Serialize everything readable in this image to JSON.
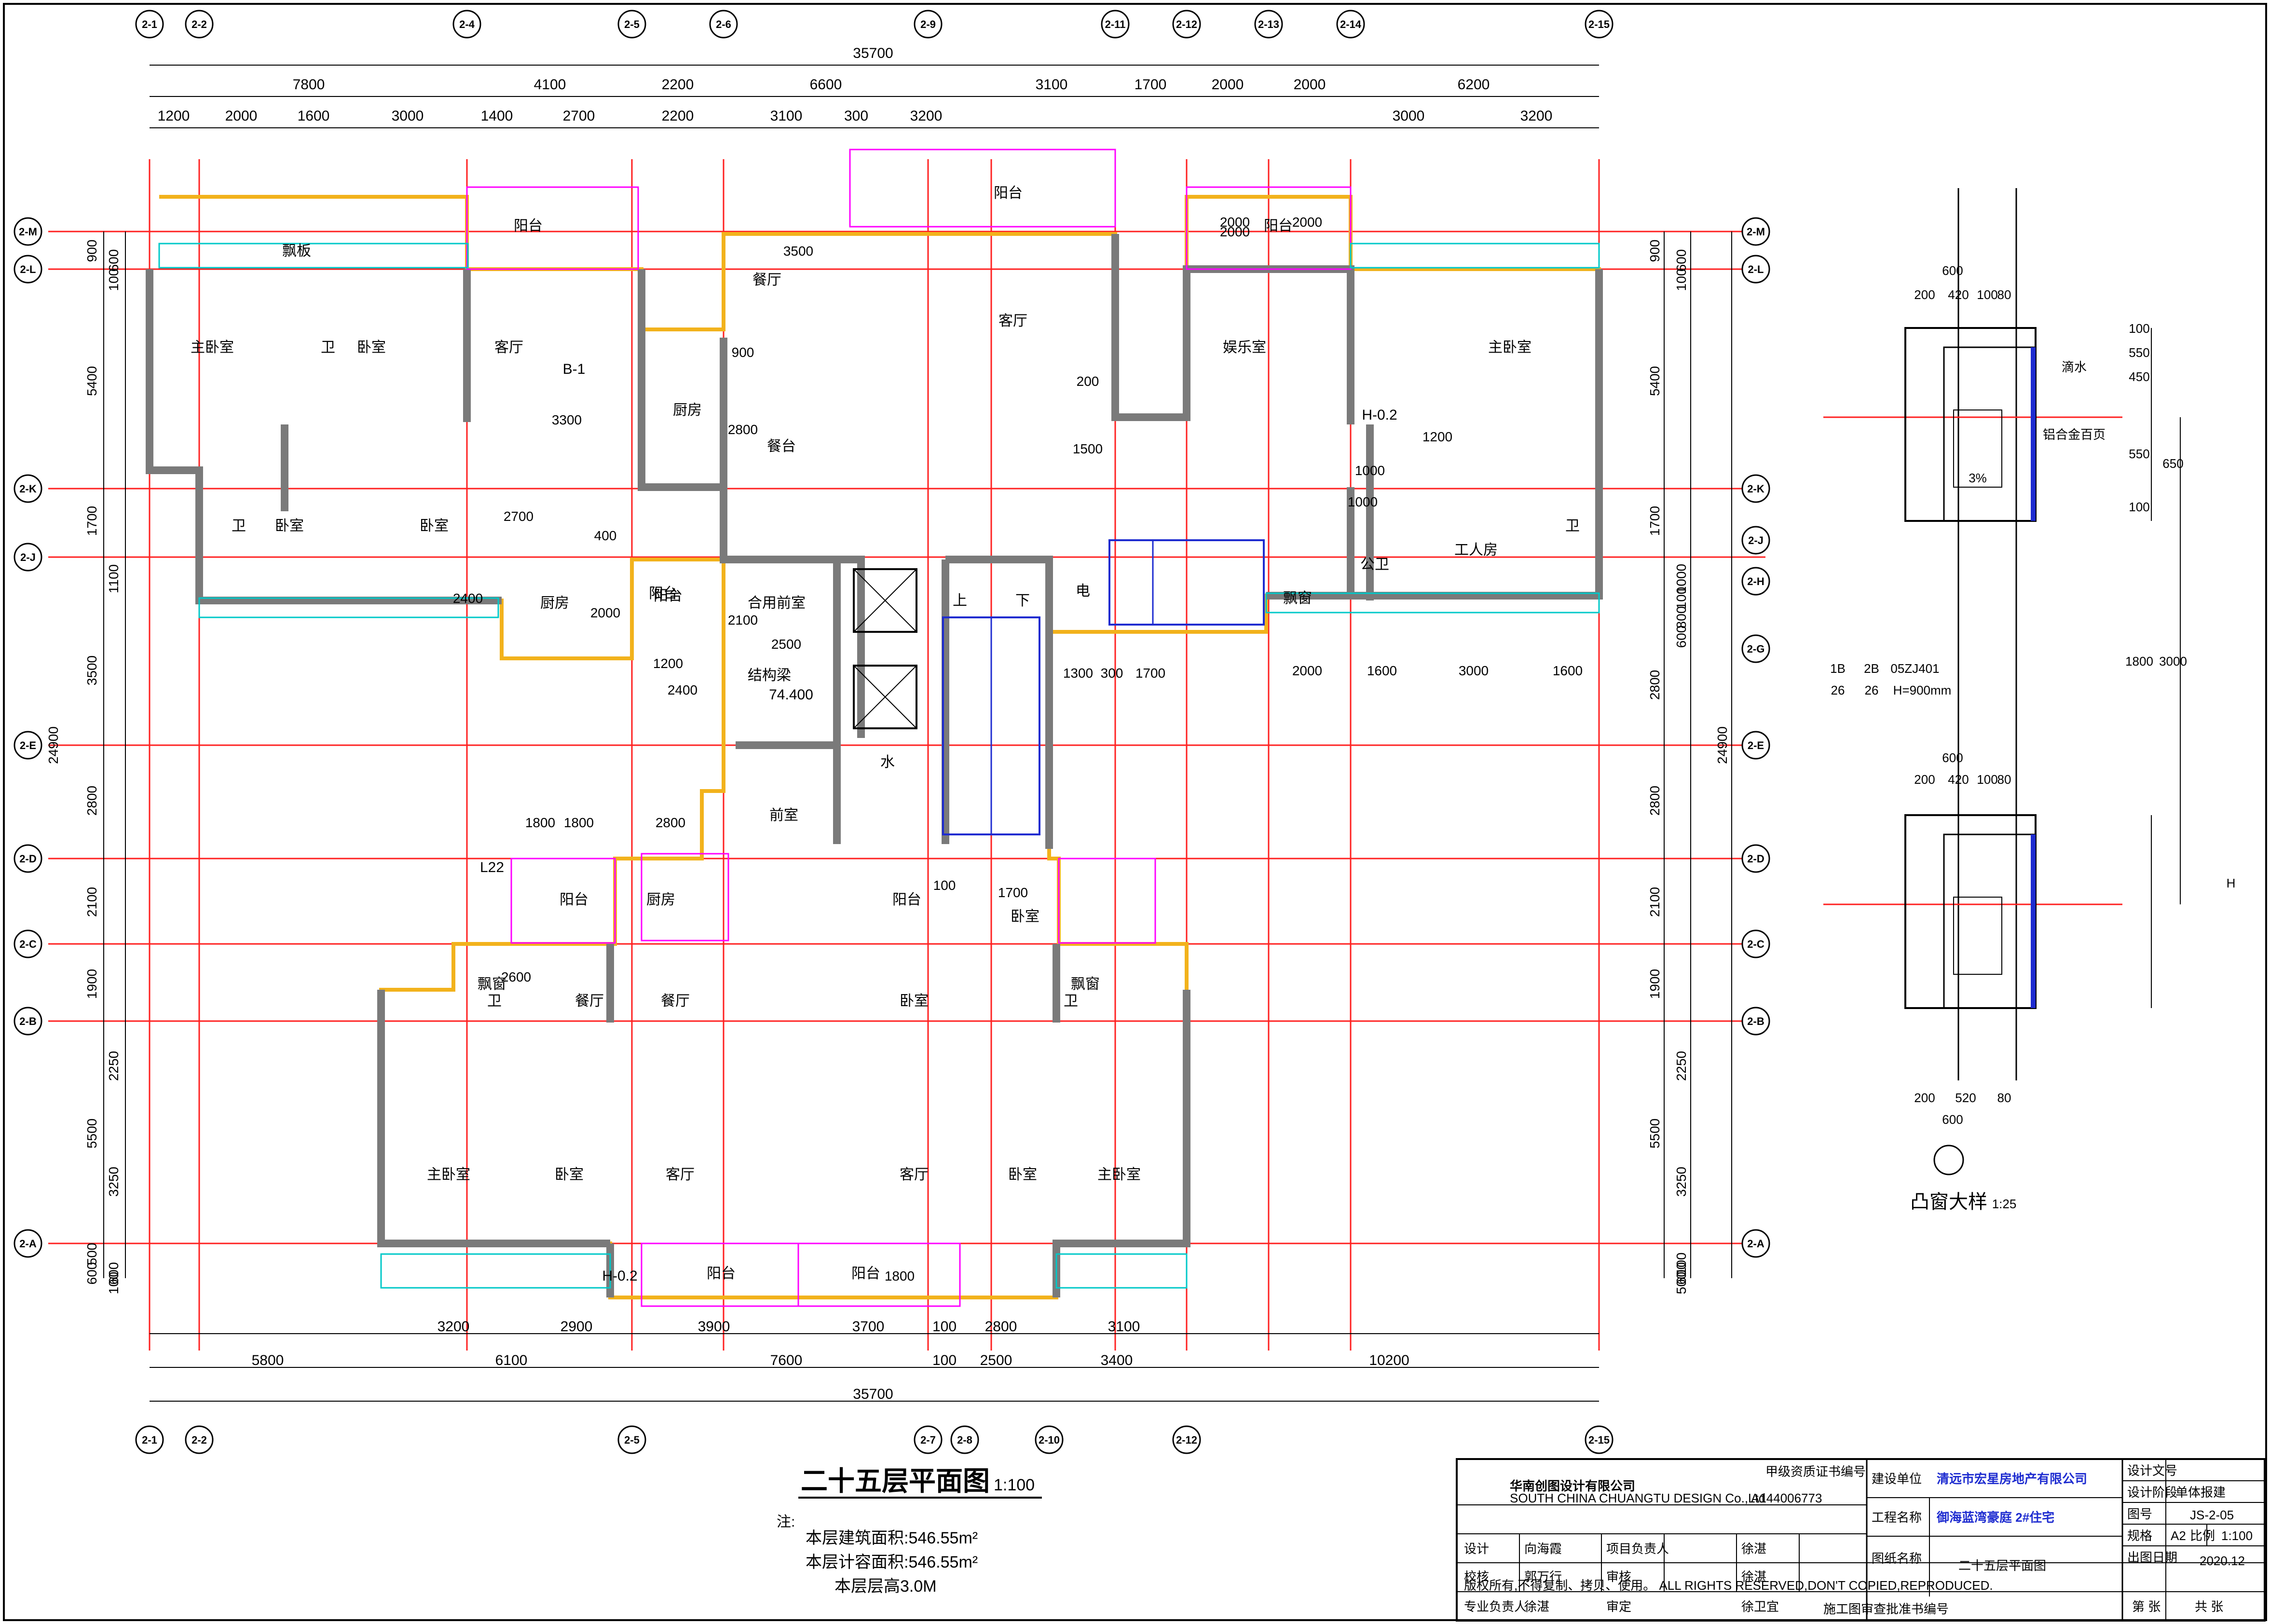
{
  "plan_title": "二十五层平面图",
  "plan_scale": "1:100",
  "notes_label": "注:",
  "area_notes": [
    "本层建筑面积:546.55m²",
    "本层计容面积:546.55m²",
    "本层层高3.0M"
  ],
  "axes": {
    "top": [
      "2-1",
      "2-2",
      "2-4",
      "2-5",
      "2-6",
      "2-9",
      "2-11",
      "2-12",
      "2-13",
      "2-14",
      "2-15"
    ],
    "bottom": [
      "2-1",
      "2-2",
      "2-5",
      "2-7",
      "2-8",
      "2-10",
      "2-12",
      "2-15"
    ],
    "left": [
      "2-M",
      "2-L",
      "2-K",
      "2-J",
      "2-E",
      "2-D",
      "2-C",
      "2-B",
      "2-A"
    ],
    "right": [
      "2-M",
      "2-L",
      "2-K",
      "2-J",
      "2-H",
      "2-G",
      "2-E",
      "2-D",
      "2-C",
      "2-B",
      "2-A"
    ]
  },
  "dimensions": {
    "top_total": "35700",
    "top_row1": [
      "7800",
      "4100",
      "2200",
      "6600",
      "3100",
      "1700",
      "2000",
      "2000",
      "6200"
    ],
    "top_row2": [
      "1200",
      "2000",
      "1600",
      "3000",
      "1400",
      "2700",
      "2200",
      "3100",
      "300",
      "3200",
      "3000",
      "3200"
    ],
    "bottom_row1": [
      "3200",
      "2900",
      "3900",
      "3700",
      "100",
      "2800",
      "3100"
    ],
    "bottom_row2": [
      "5800",
      "6100",
      "7600",
      "100",
      "2500",
      "3400",
      "10200"
    ],
    "bottom_total": "35700",
    "left": [
      "900",
      "600",
      "100",
      "5400",
      "1700",
      "1100",
      "3500",
      "2800",
      "2100",
      "1900",
      "2250",
      "3250",
      "5500",
      "500",
      "600",
      "100",
      "600",
      "24900"
    ],
    "right": [
      "900",
      "600",
      "100",
      "5400",
      "1700",
      "1000",
      "100",
      "800",
      "600",
      "2800",
      "2800",
      "2100",
      "1900",
      "2250",
      "3250",
      "5500",
      "100",
      "600",
      "500",
      "24900"
    ],
    "inner": [
      "3500",
      "900",
      "2800",
      "200",
      "1500",
      "3300",
      "2700",
      "400",
      "2400",
      "2000",
      "1200",
      "2400",
      "2500",
      "2100",
      "1800",
      "2800",
      "1800",
      "2600",
      "1300",
      "300",
      "1700",
      "2000",
      "1600",
      "3000",
      "1600",
      "1200",
      "1000",
      "1000",
      "100",
      "1700",
      "2000",
      "2000",
      "2000",
      "1800"
    ]
  },
  "rooms": [
    "主卧室",
    "卫",
    "卧室",
    "客厅",
    "B-1",
    "厨房",
    "餐厅",
    "餐台",
    "客厅",
    "娱乐室",
    "主卧室",
    "卫",
    "卧室",
    "卧室",
    "厨房",
    "阳台",
    "合用前室",
    "结构梁",
    "74.400",
    "水",
    "前室",
    "电",
    "上",
    "下",
    "工人房",
    "公卫",
    "卫",
    "阳台",
    "厨房",
    "阳台",
    "卧室",
    "卫",
    "餐厅",
    "餐厅",
    "卧室",
    "卫",
    "主卧室",
    "卧室",
    "客厅",
    "客厅",
    "卧室",
    "主卧室",
    "阳台",
    "阳台",
    "阳台",
    "阳台",
    "阳台",
    "阳台",
    "飘窗",
    "飘窗",
    "飘窗",
    "飘板",
    "H-0.2",
    "H-0.2",
    "L22"
  ],
  "bay_detail": {
    "title": "凸窗大样",
    "scale": "1:25",
    "labels": [
      "600",
      "200",
      "420",
      "100",
      "80",
      "滴水",
      "铝合金百页",
      "3%",
      "450",
      "550",
      "650",
      "550",
      "100",
      "100",
      "1800",
      "3000",
      "600",
      "200",
      "420",
      "100",
      "80",
      "200",
      "520",
      "80",
      "600",
      "1B",
      "26",
      "2B",
      "26",
      "05ZJ401",
      "H=900mm",
      "H"
    ]
  },
  "title_block": {
    "company_cn": "华南创图设计有限公司",
    "company_en": "SOUTH CHINA CHUANGTU DESIGN Co.,Ltd",
    "cert_label": "甲级资质证书编号",
    "cert_no": "A144006773",
    "client_label": "建设单位",
    "client": "清远市宏星房地产有限公司",
    "project_label": "工程名称",
    "project": "御海蓝湾豪庭 2#住宅",
    "drawing_label": "图纸名称",
    "drawing_name": "二十五层平面图",
    "roles": [
      "设计",
      "校核",
      "专业负责人",
      "项目负责人",
      "审核",
      "审定"
    ],
    "names": [
      "向海霞",
      "郭万行",
      "徐湛",
      "徐湛",
      "徐湛",
      "徐卫宜"
    ],
    "doc_no_label": "设计文号",
    "stage_label": "设计阶段",
    "stage": "单体报建",
    "drawing_no_label": "图号",
    "drawing_no": "JS-2-05",
    "spec_label": "规格",
    "spec": "A2",
    "scale_label": "比例",
    "scale": "1:100",
    "date_label": "出图日期",
    "date": "2020.12",
    "sheet_label": "第 张",
    "total_label": "共 张",
    "copyright": "版权所有,不得复制、拷贝、使用。 ALL RIGHTS RESERVED,DON'T COPIED,REPRODUCED.",
    "approval_label": "施工图审查批准书编号"
  }
}
